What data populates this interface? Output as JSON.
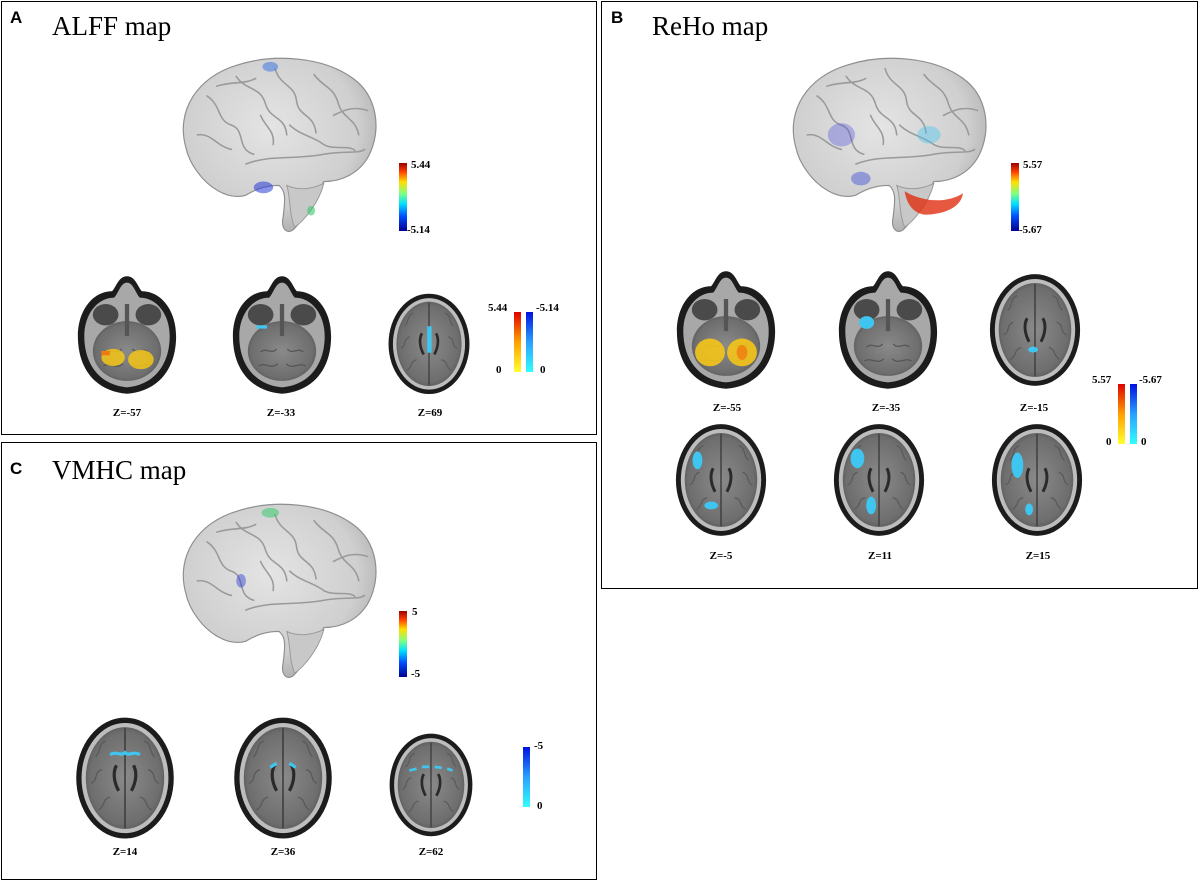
{
  "panels": {
    "a": {
      "letter": "A",
      "title": "ALFF map",
      "scale_max": "5.44",
      "scale_min": "-5.14",
      "pos_max": "5.44",
      "pos_zero": "0",
      "neg_max": "-5.14",
      "neg_zero": "0",
      "slices": [
        "Z=-57",
        "Z=-33",
        "Z=69"
      ]
    },
    "b": {
      "letter": "B",
      "title": "ReHo map",
      "scale_max": "5.57",
      "scale_min": "-5.67",
      "pos_max": "5.57",
      "pos_zero": "0",
      "neg_max": "-5.67",
      "neg_zero": "0",
      "slices": [
        "Z=-55",
        "Z=-35",
        "Z=-15",
        "Z=-5",
        "Z=11",
        "Z=15"
      ]
    },
    "c": {
      "letter": "C",
      "title": "VMHC map",
      "scale_max": "5",
      "scale_min": "-5",
      "neg_max": "-5",
      "neg_zero": "0",
      "slices": [
        "Z=14",
        "Z=36",
        "Z=62"
      ]
    }
  },
  "colors": {
    "positive_activation": "#f5c518",
    "negative_activation": "#3fc6f0",
    "border": "#000000"
  }
}
